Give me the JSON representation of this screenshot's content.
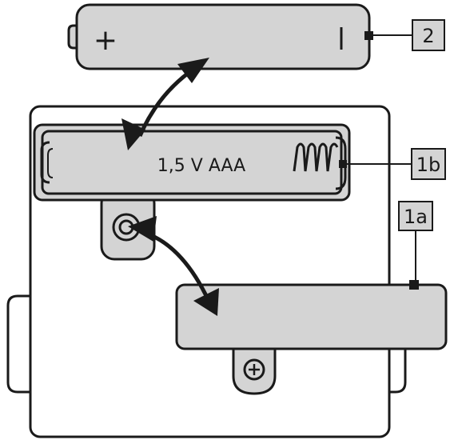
{
  "battery": {
    "plus_sign": "+",
    "minus_sign": "|"
  },
  "compartment": {
    "label": "1,5 V AAA"
  },
  "callouts": {
    "battery": "2",
    "compartment": "1b",
    "cover": "1a"
  },
  "colors": {
    "fill": "#d4d4d4",
    "stroke": "#1a1a1a",
    "callout_fill": "#d4d4d4",
    "background": "#ffffff"
  },
  "icons": {
    "screw_cover": "screw-plus-icon",
    "screw_device": "screw-ring-icon",
    "spring": "spring-icon"
  }
}
